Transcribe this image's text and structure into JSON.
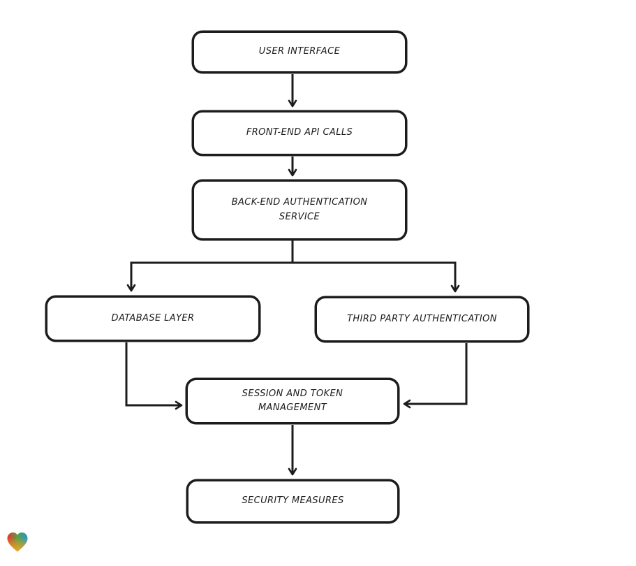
{
  "diagram": {
    "type": "flowchart",
    "background": "#ffffff",
    "stroke_color": "#1c1c1c",
    "node_fill": "#ffffff",
    "nodes": [
      {
        "id": "user-interface",
        "label": "USER INTERFACE"
      },
      {
        "id": "front-end-api-calls",
        "label": "FRONT-END API CALLS"
      },
      {
        "id": "back-end-authentication-service",
        "label": "BACK-END AUTHENTICATION SERVICE"
      },
      {
        "id": "database-layer",
        "label": "DATABASE LAYER"
      },
      {
        "id": "third-party-authentication",
        "label": "THIRD PARTY AUTHENTICATION"
      },
      {
        "id": "session-and-token-management",
        "label": "SESSION AND TOKEN MANAGEMENT"
      },
      {
        "id": "security-measures",
        "label": "SECURITY MEASURES"
      }
    ],
    "edges": [
      {
        "from": "user-interface",
        "to": "front-end-api-calls"
      },
      {
        "from": "front-end-api-calls",
        "to": "back-end-authentication-service"
      },
      {
        "from": "back-end-authentication-service",
        "to": "database-layer"
      },
      {
        "from": "back-end-authentication-service",
        "to": "third-party-authentication"
      },
      {
        "from": "database-layer",
        "to": "session-and-token-management"
      },
      {
        "from": "third-party-authentication",
        "to": "session-and-token-management"
      },
      {
        "from": "session-and-token-management",
        "to": "security-measures"
      }
    ]
  },
  "branding": {
    "heart_logo_colors": {
      "red": "#e8352b",
      "green": "#55a245",
      "blue": "#2196d6",
      "orange": "#f6a21f"
    }
  }
}
